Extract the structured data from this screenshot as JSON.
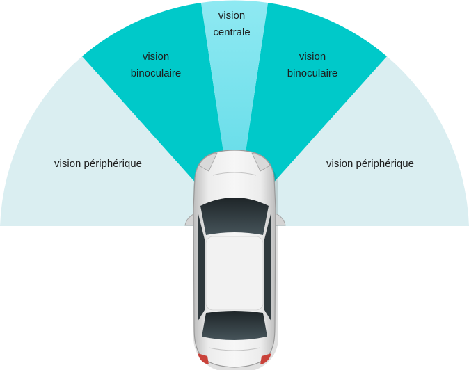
{
  "zones": {
    "peripheral_left": "vision périphérique",
    "binocular_left": [
      "vision",
      "binoculaire"
    ],
    "central": [
      "vision",
      "centrale"
    ],
    "binocular_right": [
      "vision",
      "binoculaire"
    ],
    "peripheral_right": "vision périphérique"
  },
  "colors": {
    "peripheral": "#daeef1",
    "binocular": "#00c9c9",
    "central": "#8ae8f0",
    "car_body": "#e9e9e9",
    "glass": "#2a3134"
  }
}
